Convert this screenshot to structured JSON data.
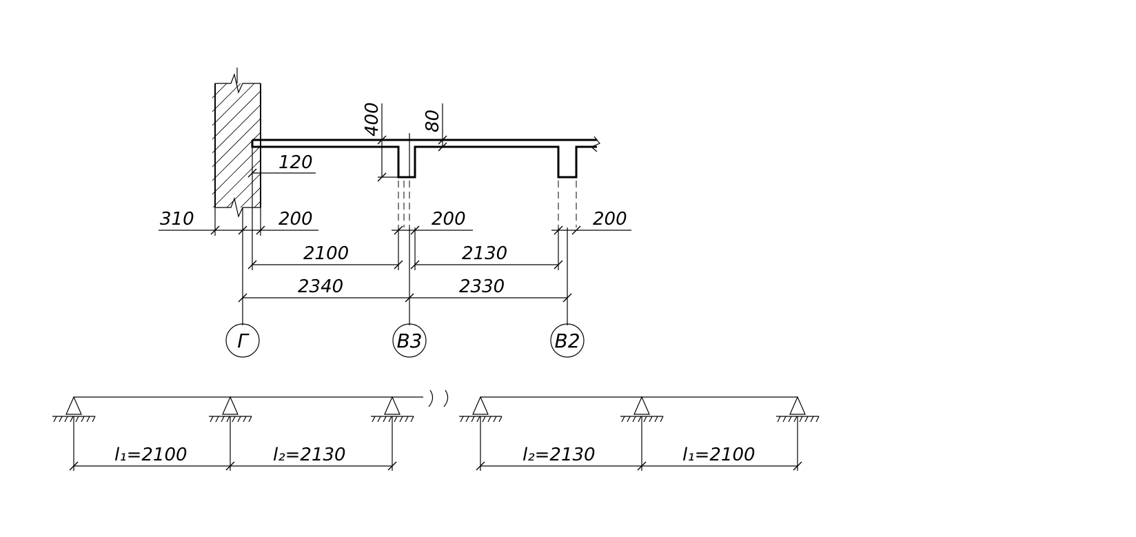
{
  "section": {
    "dimensions": {
      "slab_thickness": "80",
      "rib_height": "400",
      "bearing_depth": "120",
      "wall_thickness": "310",
      "rib_width_1": "200",
      "rib_width_2": "200",
      "rib_width_3": "200",
      "clear_span_1": "2100",
      "clear_span_2": "2130",
      "axis_span_1": "2340",
      "axis_span_2": "2330"
    },
    "axes": [
      "Г",
      "В3",
      "В2"
    ]
  },
  "scheme": {
    "left_spans": [
      "l₁=2100",
      "l₂=2130"
    ],
    "right_spans": [
      "l₂=2130",
      "l₁=2100"
    ]
  }
}
